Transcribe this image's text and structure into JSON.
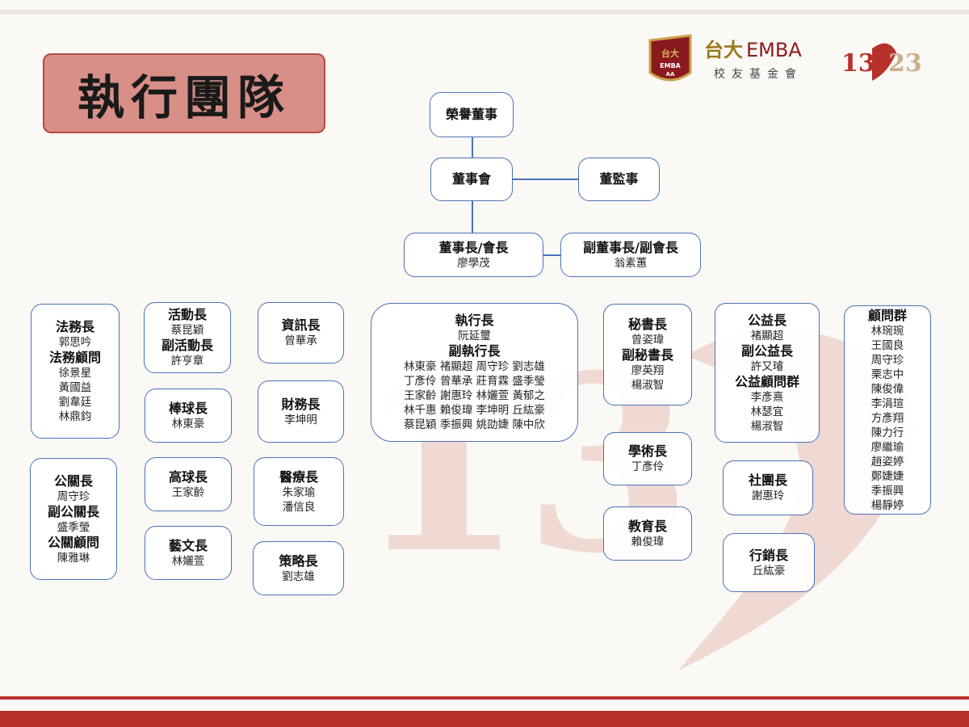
{
  "title": "執行團隊",
  "logo": {
    "badge_text": "台大 EMBA AA",
    "name": "台大EMBA",
    "subtitle": "校友基金會",
    "anniversary": "13 23"
  },
  "colors": {
    "accent": "#b8302a",
    "box_border": "#4a72b8",
    "title_fill": "#d88f88"
  },
  "boxes": {
    "honorary": [
      {
        "t": "榮譽董事",
        "b": true
      }
    ],
    "board": [
      {
        "t": "董事會",
        "b": true
      }
    ],
    "supervisors": [
      {
        "t": "董監事",
        "b": true
      }
    ],
    "chairman": [
      {
        "t": "董事長/會長",
        "b": true
      },
      {
        "t": "廖學茂"
      }
    ],
    "vice_chairman": [
      {
        "t": "副董事長/副會長",
        "b": true
      },
      {
        "t": "翁素蕙"
      }
    ],
    "legal": [
      {
        "t": "法務長",
        "b": true
      },
      {
        "t": "郭思吟"
      },
      {
        "t": "法務顧問",
        "b": true
      },
      {
        "t": "徐景星"
      },
      {
        "t": "黃國益"
      },
      {
        "t": "劉韋廷"
      },
      {
        "t": "林鼎鈞"
      }
    ],
    "pr": [
      {
        "t": "公關長",
        "b": true
      },
      {
        "t": "周守珍"
      },
      {
        "t": "副公關長",
        "b": true
      },
      {
        "t": "盛季瑩"
      },
      {
        "t": "公關顧問",
        "b": true
      },
      {
        "t": "陳雅琳"
      }
    ],
    "activities": [
      {
        "t": "活動長",
        "b": true
      },
      {
        "t": "蔡昆穎"
      },
      {
        "t": "副活動長",
        "b": true
      },
      {
        "t": "許亨章"
      }
    ],
    "baseball": [
      {
        "t": "棒球長",
        "b": true
      },
      {
        "t": "林東豪"
      }
    ],
    "golf": [
      {
        "t": "高球長",
        "b": true
      },
      {
        "t": "王家齡"
      }
    ],
    "arts": [
      {
        "t": "藝文長",
        "b": true
      },
      {
        "t": "林孋萱"
      }
    ],
    "it": [
      {
        "t": "資訊長",
        "b": true
      },
      {
        "t": "曾華承"
      }
    ],
    "finance": [
      {
        "t": "財務長",
        "b": true
      },
      {
        "t": "李坤明"
      }
    ],
    "medical": [
      {
        "t": "醫療長",
        "b": true
      },
      {
        "t": "朱家瑜"
      },
      {
        "t": "潘信良"
      }
    ],
    "strategy": [
      {
        "t": "策略長",
        "b": true
      },
      {
        "t": "劉志雄"
      }
    ],
    "ceo": [
      {
        "t": "執行長",
        "b": true
      },
      {
        "t": "阮延璽"
      },
      {
        "t": "副執行長",
        "b": true
      },
      {
        "t": "林東豪 褚顯超 周守珍 劉志雄"
      },
      {
        "t": "丁彥伶 曾華承 莊育霖 盛季瑩"
      },
      {
        "t": "王家齡 謝惠玲 林孋萱 黃郁之"
      },
      {
        "t": "林千惠 賴俊瑋 李坤明 丘紘豪"
      },
      {
        "t": "蔡昆穎 季振興 姚劭婕 陳中欣"
      }
    ],
    "secretary": [
      {
        "t": "秘書長",
        "b": true
      },
      {
        "t": "曾姿瑋"
      },
      {
        "t": "副秘書長",
        "b": true
      },
      {
        "t": "廖英翔"
      },
      {
        "t": "楊淑智"
      }
    ],
    "academic": [
      {
        "t": "學術長",
        "b": true
      },
      {
        "t": "丁彥伶"
      }
    ],
    "education": [
      {
        "t": "教育長",
        "b": true
      },
      {
        "t": "賴俊瑋"
      }
    ],
    "charity": [
      {
        "t": "公益長",
        "b": true
      },
      {
        "t": "褚顯超"
      },
      {
        "t": "副公益長",
        "b": true
      },
      {
        "t": "許又璿"
      },
      {
        "t": "公益顧問群",
        "b": true
      },
      {
        "t": "李彥熹"
      },
      {
        "t": "林瑟宜"
      },
      {
        "t": "楊淑智"
      }
    ],
    "clubs": [
      {
        "t": "社團長",
        "b": true
      },
      {
        "t": "謝惠玲"
      }
    ],
    "marketing": [
      {
        "t": "行銷長",
        "b": true
      },
      {
        "t": "丘紘豪"
      }
    ],
    "advisors": [
      {
        "t": "顧問群",
        "b": true
      },
      {
        "t": "林琬琬"
      },
      {
        "t": "王國良"
      },
      {
        "t": "周守珍"
      },
      {
        "t": "栗志中"
      },
      {
        "t": "陳俊偉"
      },
      {
        "t": "李涓瑄"
      },
      {
        "t": "方彥翔"
      },
      {
        "t": "陳力行"
      },
      {
        "t": "廖繼瑜"
      },
      {
        "t": "趙姿婷"
      },
      {
        "t": "鄭婕婕"
      },
      {
        "t": "季振興"
      },
      {
        "t": "楊靜婷"
      }
    ]
  }
}
